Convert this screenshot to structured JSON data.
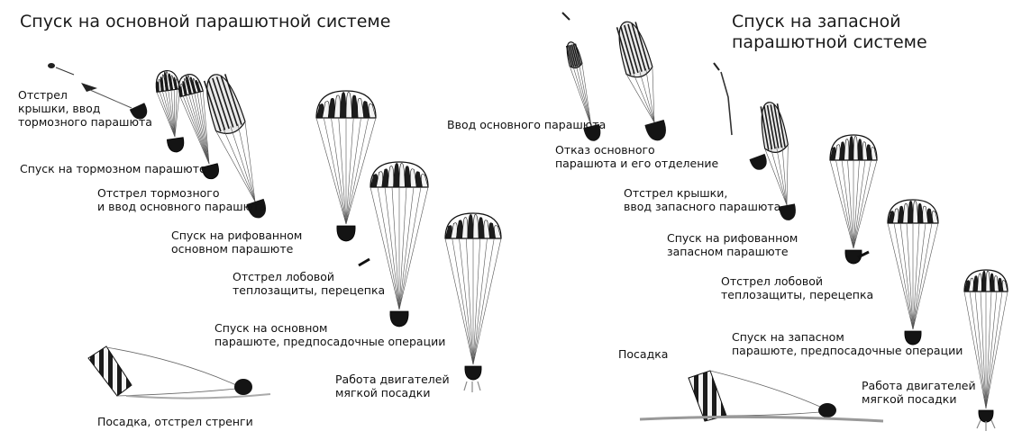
{
  "left": {
    "title": "Спуск на основной парашютной системе",
    "labels": {
      "cover_jettison": [
        "Отстрел",
        "крышки, ввод",
        "тормозного парашюта"
      ],
      "drogue_descent": "Спуск на тормозном парашюте",
      "drogue_jettison": [
        "Отстрел тормозного",
        "и ввод основного парашюта"
      ],
      "reefed_descent": [
        "Спуск на рифованном",
        "основном парашюте"
      ],
      "heatshield_jettison": [
        "Отстрел лобовой",
        "теплозащиты, перецепка"
      ],
      "main_descent": [
        "Спуск на основном",
        "парашюте, предпосадочные операции"
      ],
      "soft_landing_engines": [
        "Работа двигателей",
        "мягкой посадки"
      ],
      "landing": "Посадка, отстрел стренги"
    }
  },
  "right": {
    "title": [
      "Спуск на запасной",
      "парашютной системе"
    ],
    "labels": {
      "main_deploy": "Ввод основного парашюта",
      "main_failure": [
        "Отказ основного",
        "парашюта и его отделение"
      ],
      "cover_reserve": [
        "Отстрел крышки,",
        "ввод запасного парашюта"
      ],
      "reefed_reserve": [
        "Спуск на рифованном",
        "запасном парашюте"
      ],
      "heatshield_jettison": [
        "Отстрел лобовой",
        "теплозащиты, перецепка"
      ],
      "reserve_descent": [
        "Спуск на запасном",
        "парашюте, предпосадочные операции"
      ],
      "soft_landing_engines": [
        "Работа двигателей",
        "мягкой посадки"
      ],
      "landing": "Посадка"
    }
  }
}
